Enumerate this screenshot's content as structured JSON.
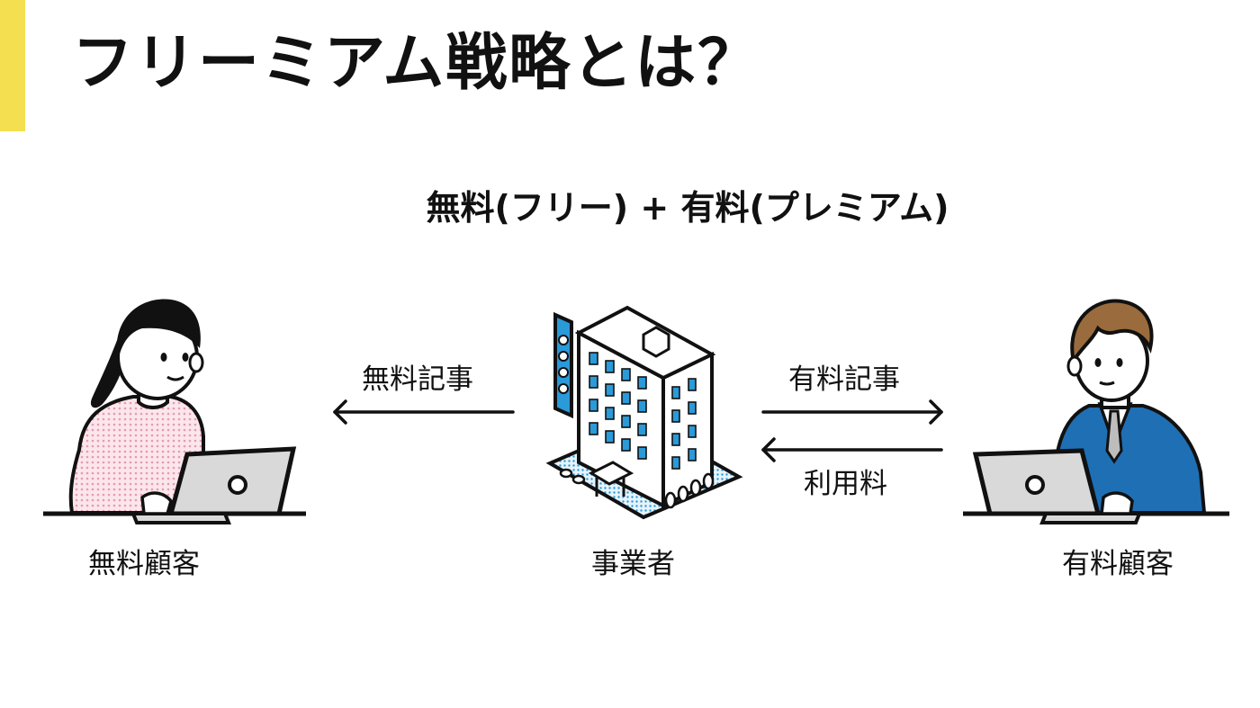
{
  "title": "フリーミアム戦略とは？",
  "subtitle": "無料(フリー) + 有料(プレミアム)",
  "actors": {
    "free_customer": "無料顧客",
    "business": "事業者",
    "paid_customer": "有料顧客"
  },
  "flows": {
    "free_articles": "無料記事",
    "paid_articles": "有料記事",
    "usage_fee": "利用料"
  },
  "colors": {
    "accent": "#f3df4f",
    "building_blue": "#2a9ad8",
    "suit_blue": "#1f6fb5",
    "sweater_pink": "#f7cfd9"
  }
}
